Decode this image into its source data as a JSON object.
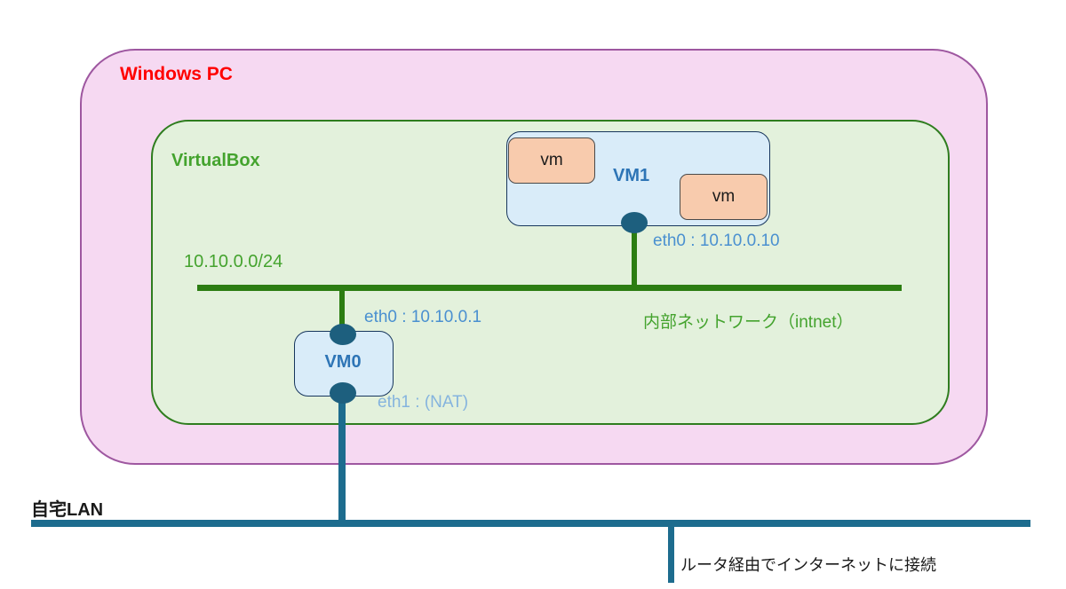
{
  "colors": {
    "pink-fill": "#f6d9f2",
    "pink-border": "#9e57a0",
    "green-fill": "#e3f1dc",
    "green-border": "#2f7d1f",
    "green-line": "#2c7d12",
    "green-text": "#44a32e",
    "blue-fill": "#d9ecf9",
    "blue-border": "#17365d",
    "blue-text": "#2e75b6",
    "blue-eth": "#4a90d0",
    "lightblue-text": "#85b4de",
    "orange-fill": "#f8cbad",
    "orange-border": "#4a4a4a",
    "node": "#1d5f7e",
    "teal": "#1d6c8e",
    "red-text": "#ff0000",
    "black-text": "#1a1a1a"
  },
  "labels": {
    "windows_pc": "Windows PC",
    "virtualbox": "VirtualBox",
    "vm1": "VM1",
    "vm0": "VM0",
    "vm_guest_1": "vm",
    "vm_guest_2": "vm",
    "subnet": "10.10.0.0/24",
    "intnet": "内部ネットワーク（intnet）",
    "vm1_eth0": "eth0 : 10.10.0.10",
    "vm0_eth0": "eth0 : 10.10.0.1",
    "vm0_eth1": "eth1 : (NAT)",
    "home_lan": "自宅LAN",
    "router_note": "ルータ経由でインターネットに接続"
  }
}
